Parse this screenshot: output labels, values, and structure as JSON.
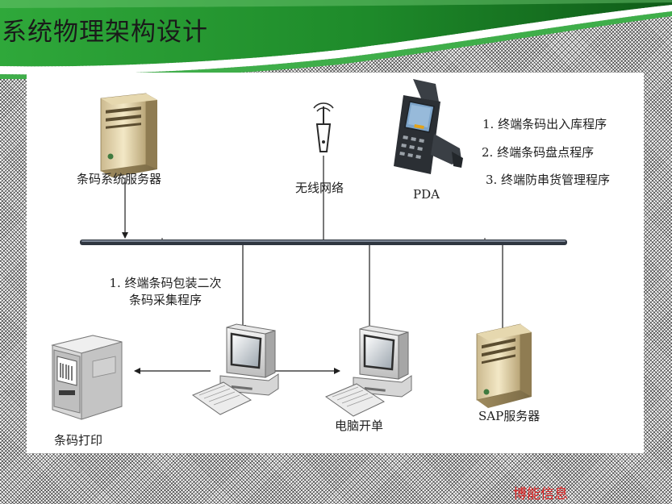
{
  "title": "系统物理架构设计",
  "company": "博能信息",
  "colors": {
    "header_green": "#1e8a2a",
    "header_dark": "#0f5c18",
    "bus": "#2f3640",
    "company_text": "#e02020"
  },
  "nodes": {
    "barcode_server": {
      "label": "条码系统服务器",
      "icon": "server-tower-icon"
    },
    "wireless": {
      "label": "无线网络",
      "icon": "wireless-antenna-icon"
    },
    "pda": {
      "label": "PDA",
      "icon": "handheld-scanner-icon"
    },
    "packing_pc": {
      "icon": "desktop-computer-icon"
    },
    "order_pc": {
      "label": "电脑开单",
      "icon": "desktop-computer-icon"
    },
    "sap_server": {
      "label": "SAP服务器",
      "icon": "server-tower-icon"
    },
    "printer": {
      "label": "条码打印",
      "icon": "barcode-printer-icon"
    }
  },
  "pda_programs": [
    "1. 终端条码出入库程序",
    "2. 终端条码盘点程序",
    "3. 终端防串货管理程序"
  ],
  "packing_program": [
    "1. 终端条码包装二次",
    "条码采集程序"
  ]
}
